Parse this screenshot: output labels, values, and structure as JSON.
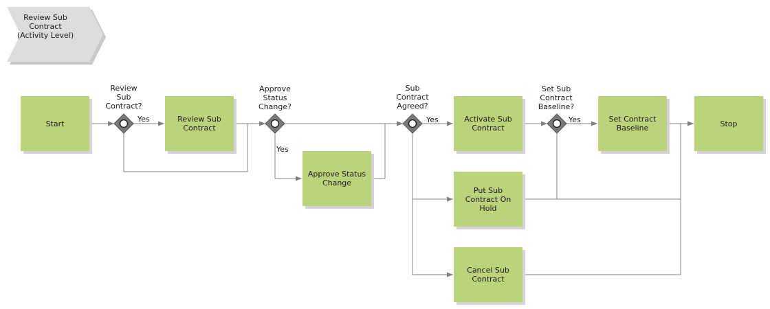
{
  "banner": {
    "title": "Review Sub\nContract\n(Activity Level)"
  },
  "tasks": {
    "start": "Start",
    "review_sub_contract": "Review Sub Contract",
    "approve_status_change": "Approve Status Change",
    "activate_sub_contract": "Activate Sub Contract",
    "put_on_hold": "Put Sub Contract On Hold",
    "cancel_sub_contract": "Cancel Sub Contract",
    "set_contract_baseline": "Set Contract Baseline",
    "stop": "Stop"
  },
  "gateways": {
    "g1": "Review\nSub\nContract?",
    "g2": "Approve\nStatus\nChange?",
    "g3": "Sub\nContract\nAgreed?",
    "g4": "Set Sub\nContract\nBaseline?"
  },
  "edge_labels": {
    "g1_yes": "Yes",
    "g2_yes": "Yes",
    "g3_yes": "Yes",
    "g4_yes": "Yes"
  },
  "colors": {
    "task_fill": "#bdd37b",
    "banner_fill": "#dcdcde",
    "gateway_fill": "#7a7a7a",
    "connector": "#808080"
  }
}
